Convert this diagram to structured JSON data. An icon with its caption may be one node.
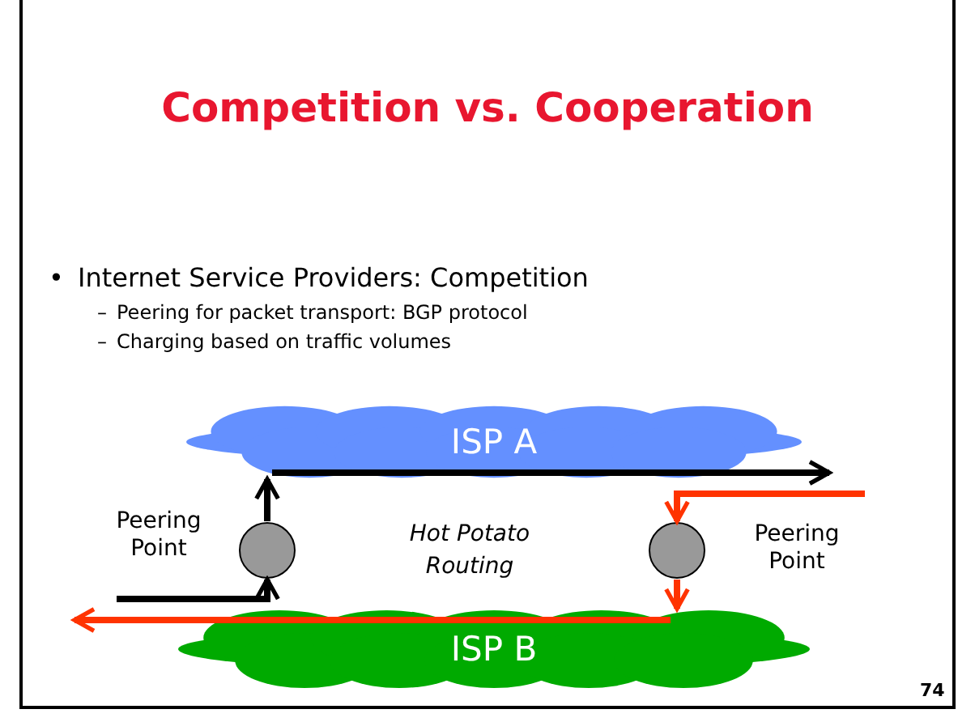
{
  "diagram": {
    "title": "Competition vs. Cooperation",
    "nodes": [
      {
        "text": [
          "ISP A"
        ]
      },
      {
        "text": [
          "ISP B"
        ]
      },
      {
        "text": [],
        "shape": "circle",
        "beside": [
          "Peering Point"
        ]
      },
      {
        "text": [],
        "shape": "circle",
        "beside": [
          "Peering Point"
        ]
      }
    ],
    "edges": [
      {
        "from": null,
        "to": 2,
        "arrow": "to"
      },
      {
        "from": 2,
        "to": 0,
        "arrow": "to"
      },
      {
        "from": 0,
        "to": null,
        "arrow": "to"
      },
      {
        "from": null,
        "to": 3,
        "arrow": "to",
        "color": "#ff3300"
      },
      {
        "from": 3,
        "to": 1,
        "arrow": "to",
        "color": "#ff3300"
      },
      {
        "from": 1,
        "to": null,
        "arrow": "to",
        "color": "#ff3300"
      }
    ],
    "labels": [
      "•",
      "Internet Service Providers: Competition",
      "–",
      "Peering for packet transport: BGP protocol",
      "–",
      "Charging based on traffic volumes",
      "Hot Potato Routing",
      "74"
    ]
  }
}
